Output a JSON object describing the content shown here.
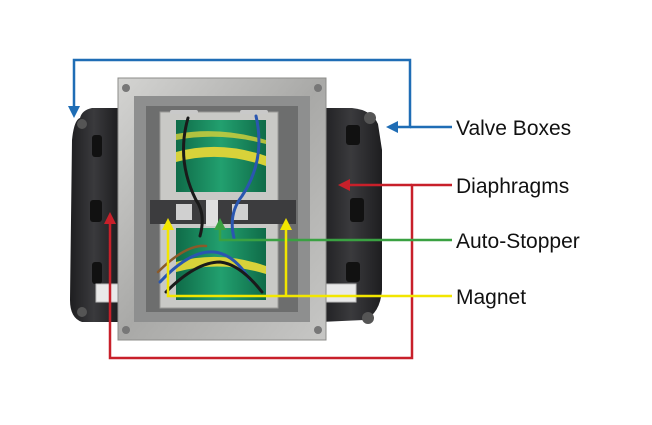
{
  "labels": [
    {
      "key": "valve",
      "text": "Valve Boxes",
      "color": "#1f6db5"
    },
    {
      "key": "diaphragm",
      "text": "Diaphragms",
      "color": "#c8202a"
    },
    {
      "key": "stopper",
      "text": "Auto-Stopper",
      "color": "#3aa142"
    },
    {
      "key": "magnet",
      "text": "Magnet",
      "color": "#f2e600"
    }
  ],
  "colors": {
    "background": "#ffffff",
    "housing_dark": "#2a2a2c",
    "frame_metal": "#b9b9b7",
    "coil_green": "#1d8a62",
    "coil_yellow": "#d8d23a",
    "white_block": "#e9e9e9"
  }
}
